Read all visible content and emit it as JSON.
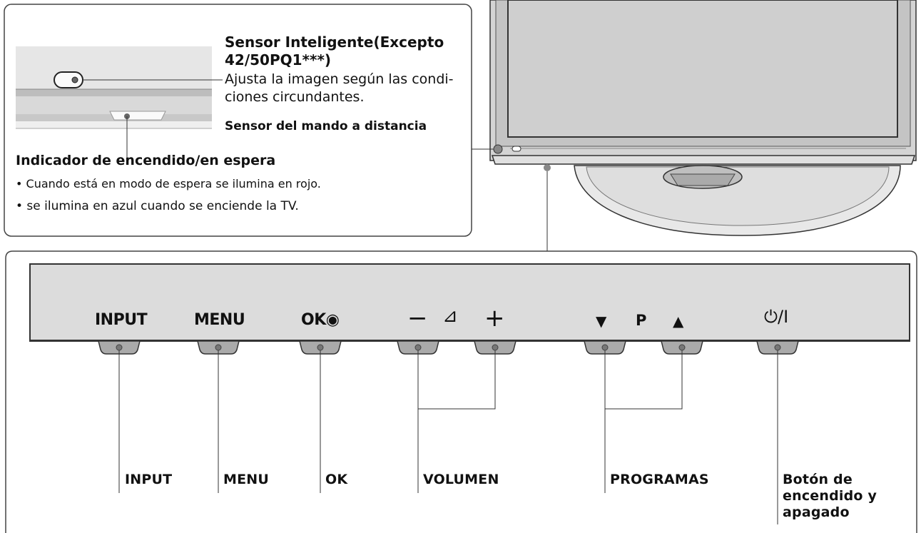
{
  "inset": {
    "smart_sensor_title": "Sensor Inteligente(Excepto",
    "smart_sensor_title2": "42/50PQ1***)",
    "smart_sensor_desc1": "Ajusta la imagen según las condi-",
    "smart_sensor_desc2": "ciones circundantes.",
    "remote_sensor": "Sensor del mando a distancia",
    "power_indicator_title": "Indicador de encendido/en espera",
    "bullet1": "• Cuando está en modo de espera se ilumina en rojo.",
    "bullet2": "• se ilumina en azul cuando se enciende la TV."
  },
  "panel": {
    "buttons": {
      "input": "INPUT",
      "menu": "MENU",
      "ok": "OK◉",
      "vol_minus": "−",
      "vol_symbol": "⊿",
      "vol_plus": "+",
      "prog_down": "▼",
      "prog_p": "P",
      "prog_up": "▲",
      "power": "⏻/I"
    },
    "labels": {
      "input": "INPUT",
      "menu": "MENU",
      "ok": "OK",
      "volume": "VOLUMEN",
      "programs": "PROGRAMAS",
      "power1": "Botón de",
      "power2": "encendido y",
      "power3": "apagado"
    }
  }
}
